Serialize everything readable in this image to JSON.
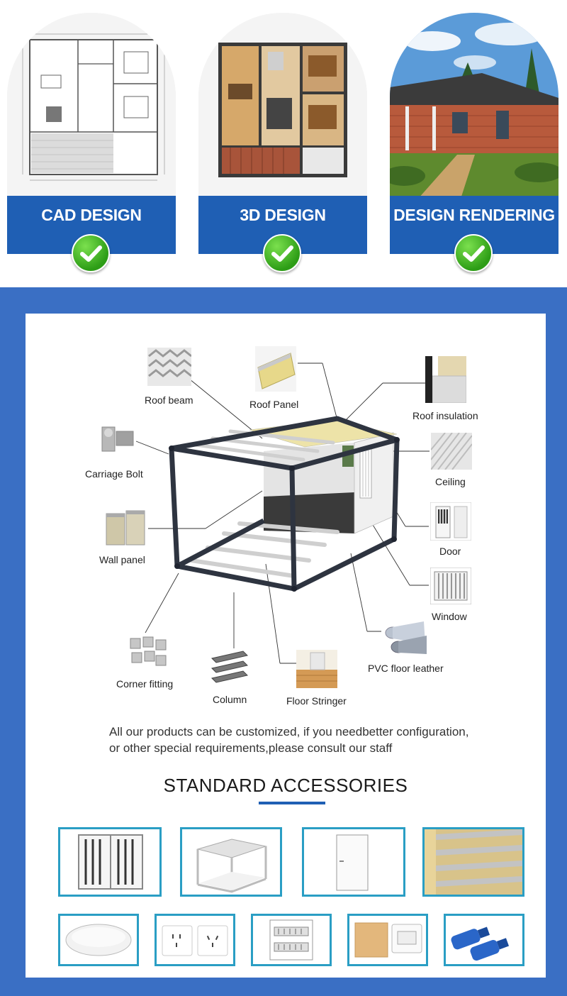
{
  "design_cards": [
    {
      "label": "CAD DESIGN",
      "icon": "checkmark-icon"
    },
    {
      "label": "3D DESIGN",
      "icon": "checkmark-icon"
    },
    {
      "label": "DESIGN RENDERING",
      "icon": "checkmark-icon"
    }
  ],
  "components": {
    "roof_beam": "Roof beam",
    "roof_panel": "Roof Panel",
    "roof_insulation": "Roof insulation",
    "carriage_bolt": "Carriage Bolt",
    "ceiling": "Ceiling",
    "wall_panel": "Wall panel",
    "door": "Door",
    "window": "Window",
    "pvc_floor": "PVC floor leather",
    "corner_fitting": "Corner fitting",
    "column": "Column",
    "floor_stringer": "Floor Stringer"
  },
  "note": {
    "line1": "All our products can be customized, if you needbetter configuration,",
    "line2": "or other special requirements,please consult our staff"
  },
  "accessories": {
    "title": "STANDARD ACCESSORIES",
    "items": [
      "window",
      "container-frame",
      "door",
      "sandwich-panel",
      "ceiling-light",
      "wall-socket",
      "distribution-box",
      "light-switch",
      "industrial-plug"
    ]
  },
  "colors": {
    "banner_blue": "#1f5fb4",
    "frame_blue": "#3a6fc4",
    "check_green": "#2d9d16",
    "accessory_border": "#2a9ec4"
  }
}
